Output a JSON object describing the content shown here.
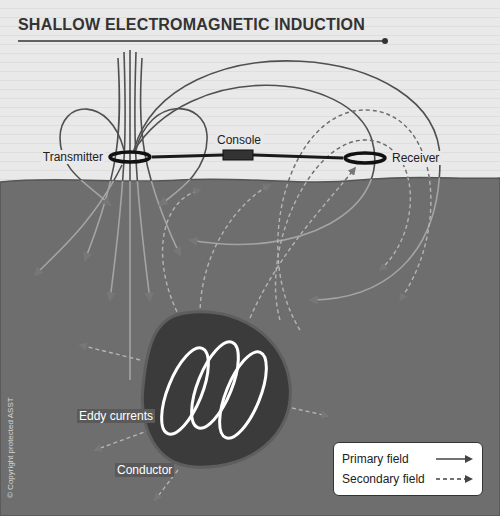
{
  "diagram": {
    "title": "SHALLOW ELECTROMAGNETIC INDUCTION",
    "nodes": [
      {
        "text": [
          "Transmitter"
        ]
      },
      {
        "text": [
          "Console"
        ]
      },
      {
        "text": [
          "Receiver"
        ]
      },
      {
        "text": [
          "Eddy currents",
          "Conductor"
        ]
      }
    ],
    "edges": [
      {
        "from": 0,
        "to": 1,
        "arrow": "none"
      },
      {
        "from": 1,
        "to": 2,
        "arrow": "none"
      }
    ],
    "labels": [
      "© Copyright protected ASST"
    ],
    "legend": [
      {
        "text": "Primary field"
      },
      {
        "text": "Secondary field"
      }
    ]
  }
}
